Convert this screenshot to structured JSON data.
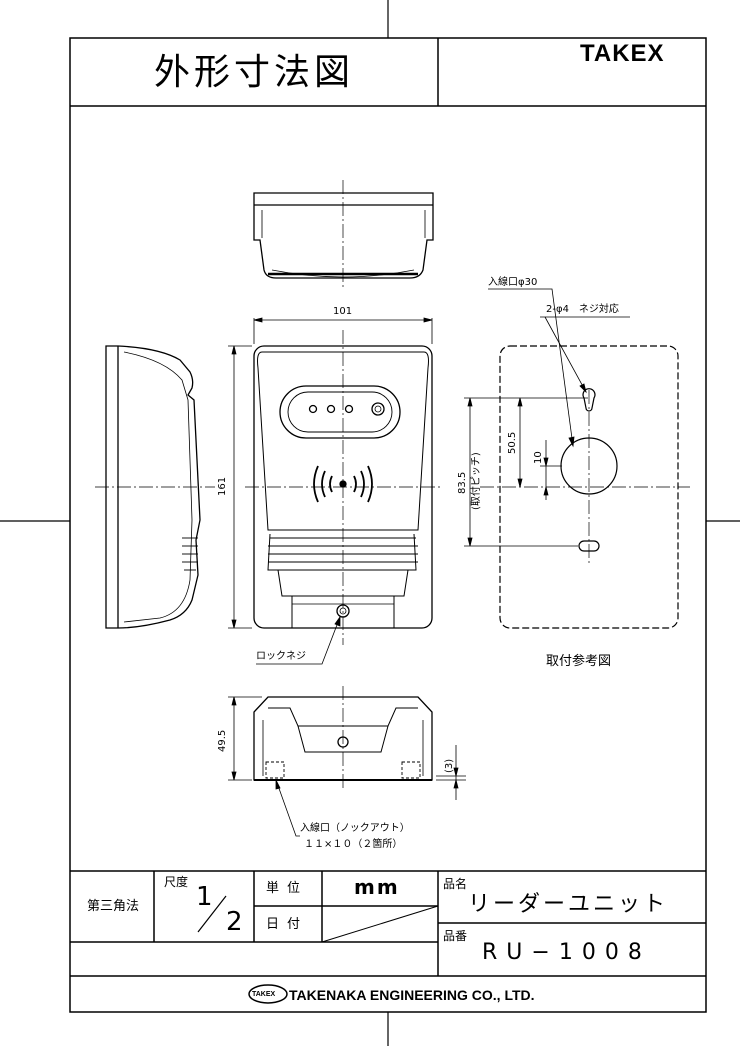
{
  "drawing": {
    "title": "外形寸法図",
    "brand": "TAKEX"
  },
  "dimensions": {
    "width": "101",
    "height": "161",
    "depth": "49.5",
    "offset_3": "(3)",
    "hole_pitch": "83.5",
    "hole_pitch_note": "(取付ピッチ)",
    "center_to_hole": "50.5",
    "offset_10": "10"
  },
  "labels": {
    "cable_entry": "入線口φ30",
    "screw_holes": "2-φ4　ネジ対応",
    "lock_screw": "ロックネジ",
    "mount_reference": "取付参考図",
    "knockout": "入線口（ノックアウト）",
    "knockout_size": "１１×１０（２箇所）"
  },
  "title_block": {
    "projection": "第三角法",
    "scale_label": "尺度",
    "scale_numerator": "1",
    "scale_denominator": "2",
    "unit_label": "単位",
    "unit_value": "mm",
    "date_label": "日付",
    "product_name_label": "品名",
    "product_name": "リーダーユニット",
    "product_number_label": "品番",
    "product_number": "RU−1008",
    "company": "TAKENAKA ENGINEERING CO., LTD.",
    "company_logo_text": "TAKEX"
  }
}
